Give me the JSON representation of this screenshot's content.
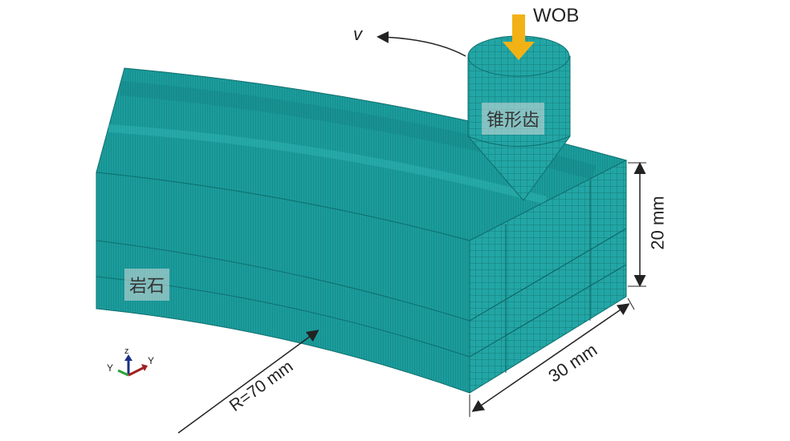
{
  "labels": {
    "wob": "WOB",
    "velocity": "v",
    "cutter": "锥形齿",
    "rock": "岩石",
    "height_dim": "20 mm",
    "width_dim": "30 mm",
    "radius_dim": "R=70 mm"
  },
  "axis_triad": {
    "z": "z",
    "y_left": "Y",
    "y_right": "Y"
  },
  "colors": {
    "mesh": "#1b9c9c",
    "mesh_dark": "#137f80",
    "arrow": "#f2b216"
  }
}
